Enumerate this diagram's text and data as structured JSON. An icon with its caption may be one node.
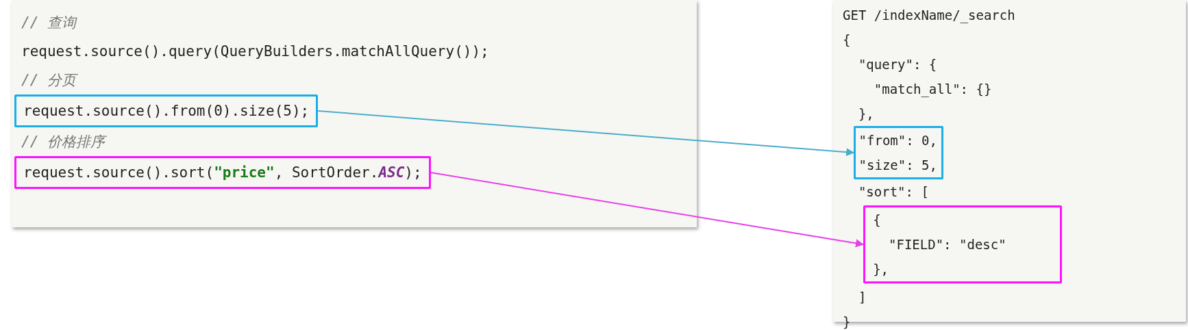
{
  "diagram": {
    "nodes": [
      {
        "text": [
          "// 查询",
          "request.source().query(QueryBuilders.matchAllQuery());",
          "// 分页",
          "// 价格排序"
        ]
      },
      {
        "text": [
          "request.source().from(0).size(5);"
        ],
        "in": 0
      },
      {
        "text": [
          "request.source().sort(**\"price\"**, SortOrder.*ASC*);"
        ],
        "in": 0
      },
      {
        "text": [
          "GET /indexName/_search",
          "{",
          "\"query\": {",
          "\"match_all\": {}",
          "},",
          "\"sort\": [",
          "]",
          "}"
        ]
      },
      {
        "text": [
          "\"from\": 0,",
          "\"size\": 5,"
        ],
        "in": 3
      },
      {
        "text": [
          "{",
          "\"FIELD\": \"desc\"",
          "},"
        ],
        "in": 3
      }
    ],
    "edges": [
      {
        "from": 1,
        "to": 4,
        "arrow": "to",
        "color": "#4aaccc"
      },
      {
        "from": 2,
        "to": 5,
        "arrow": "to",
        "color": "#e83ee8"
      }
    ]
  }
}
